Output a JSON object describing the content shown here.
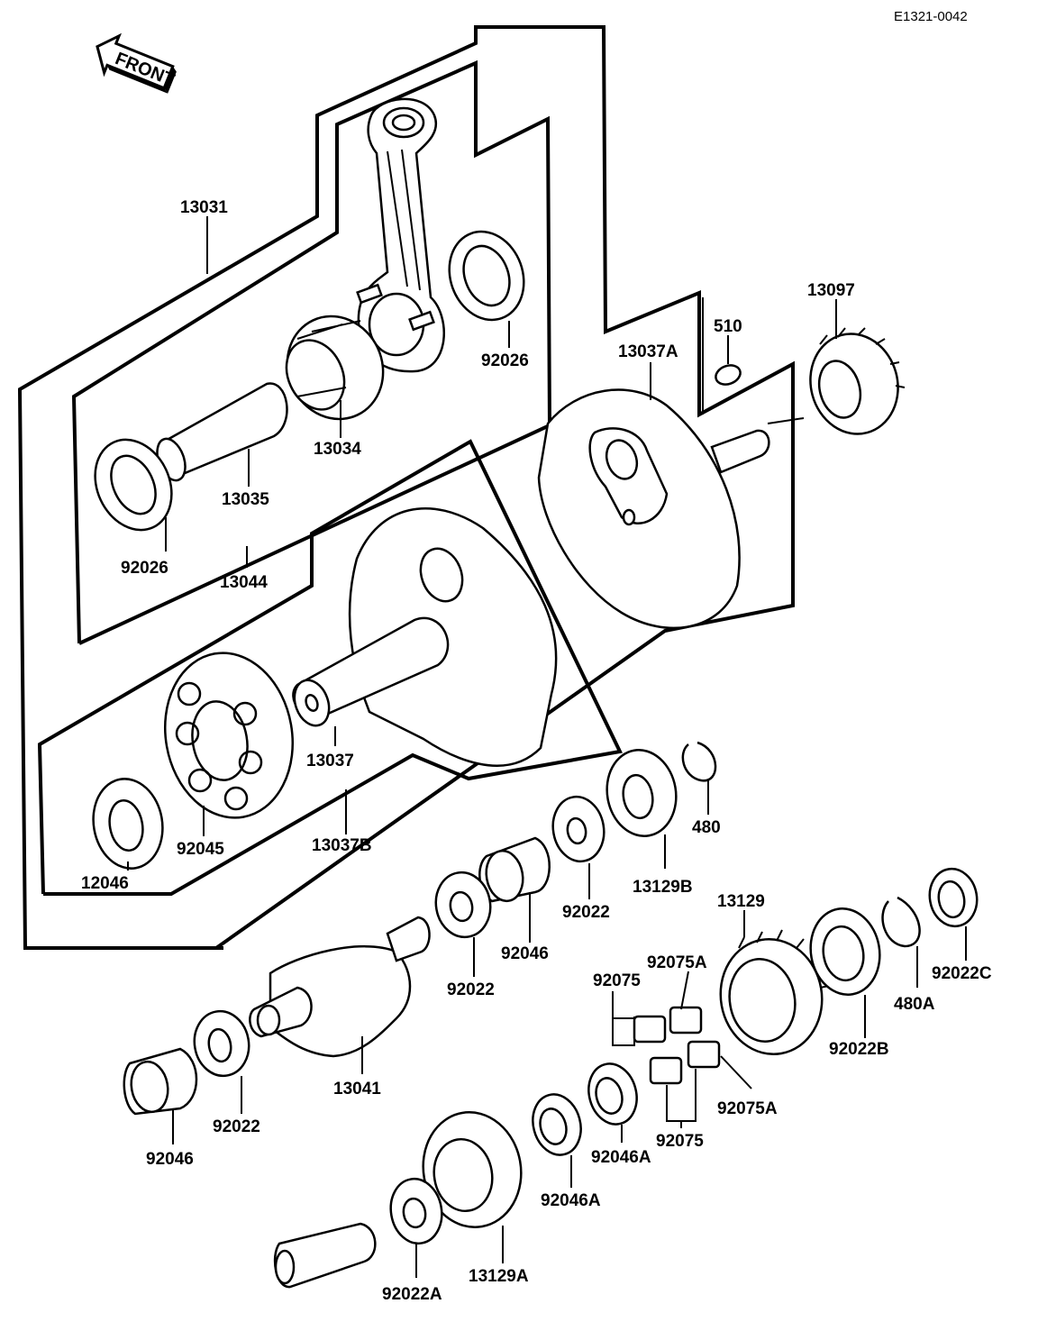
{
  "drawing_code": "E1321-0042",
  "front_arrow_label": "FRONT",
  "labels": {
    "p13031": "13031",
    "p92026_top": "92026",
    "p13034": "13034",
    "p13035": "13035",
    "p92026_left": "92026",
    "p13044": "13044",
    "p13097": "13097",
    "p510": "510",
    "p13037A": "13037A",
    "p13037": "13037",
    "p13037B": "13037B",
    "p92045": "92045",
    "p12046": "12046",
    "p480": "480",
    "p13129B": "13129B",
    "p92022_ring": "92022",
    "p92046_mid": "92046",
    "p92022_mid": "92022",
    "p13129": "13129",
    "p92075A_top": "92075A",
    "p92075_top": "92075",
    "p92022B": "92022B",
    "p480A": "480A",
    "p92022C": "92022C",
    "p92075A_bottom": "92075A",
    "p92075_bottom": "92075",
    "p13041": "13041",
    "p92022_left": "92022",
    "p92046_left": "92046",
    "p92046A_right": "92046A",
    "p92046A_left": "92046A",
    "p13129A": "13129A",
    "p92022A": "92022A"
  }
}
